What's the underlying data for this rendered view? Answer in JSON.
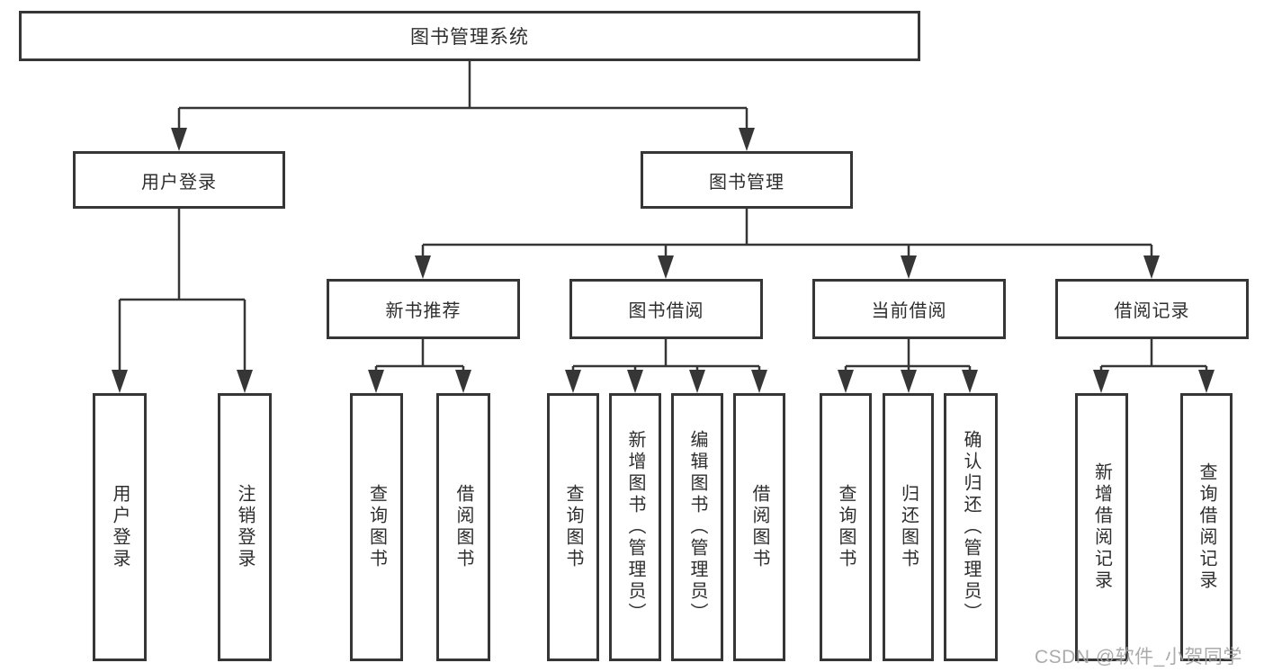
{
  "diagram": {
    "root": {
      "label": "图书管理系统"
    },
    "branches": {
      "user_login": {
        "label": "用户登录",
        "children": [
          {
            "label": "用户登录"
          },
          {
            "label": "注销登录"
          }
        ]
      },
      "book_mgmt": {
        "label": "图书管理",
        "children": [
          {
            "label": "新书推荐",
            "children": [
              {
                "label": "查询图书"
              },
              {
                "label": "借阅图书"
              }
            ]
          },
          {
            "label": "图书借阅",
            "children": [
              {
                "label": "查询图书"
              },
              {
                "label": "新增图书（管理员）"
              },
              {
                "label": "编辑图书（管理员）"
              },
              {
                "label": "借阅图书"
              }
            ]
          },
          {
            "label": "当前借阅",
            "children": [
              {
                "label": "查询图书"
              },
              {
                "label": "归还图书"
              },
              {
                "label": "确认归还（管理员）"
              }
            ]
          },
          {
            "label": "借阅记录",
            "children": [
              {
                "label": "新增借阅记录"
              },
              {
                "label": "查询借阅记录"
              }
            ]
          }
        ]
      }
    }
  },
  "watermark": {
    "text": "CSDN @软件_小贺同学"
  },
  "colors": {
    "line": "#363636",
    "box_border": "#363636",
    "box_fill": "#ffffff",
    "text": "#2e2e2e",
    "background": "#ffffff",
    "watermark": "#a3a3a3"
  }
}
